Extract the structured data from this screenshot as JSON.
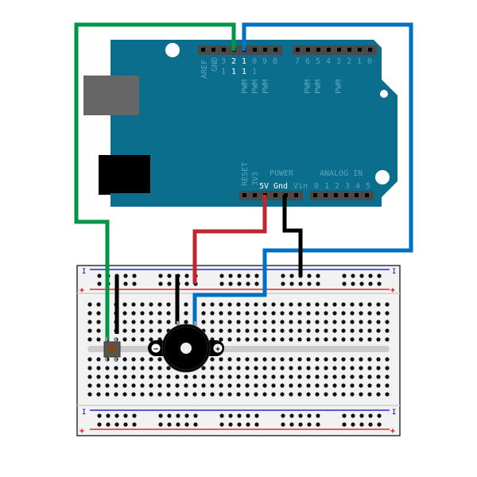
{
  "colors": {
    "board": "#0a6e8c",
    "header": "#4a4a4a",
    "wire_green": "#00964a",
    "wire_blue": "#0070c0",
    "wire_red": "#c0272d",
    "wire_black": "#000000",
    "rail_blue": "#0000cc",
    "rail_red": "#dd0000",
    "breadboard": "#f2f2f2"
  },
  "arduino": {
    "digital_header_labels": [
      "AREF",
      "GND",
      "13",
      "12",
      "11",
      "10",
      "9",
      "8"
    ],
    "digital_top_row": [
      "3",
      "2",
      "1",
      "0",
      "9",
      "8"
    ],
    "digital_tens_row": [
      "1",
      "1",
      "1",
      "1"
    ],
    "digital_left_top": [
      "AREF",
      "GND"
    ],
    "digital_right_labels": [
      "7",
      "6",
      "5",
      "4",
      "3",
      "2",
      "1",
      "0"
    ],
    "pwm_label": "PWM",
    "power_title": "POWER",
    "power_pins": [
      "RESET",
      "3V3",
      "5V",
      "Gnd",
      "Vin"
    ],
    "analog_title": "ANALOG IN",
    "analog_pins": [
      "0",
      "1",
      "2",
      "3",
      "4",
      "5"
    ]
  },
  "breadboard": {
    "rail_minus": "I",
    "rail_plus": "+"
  },
  "components": {
    "buzzer_minus": "−",
    "buzzer_plus": "+"
  }
}
